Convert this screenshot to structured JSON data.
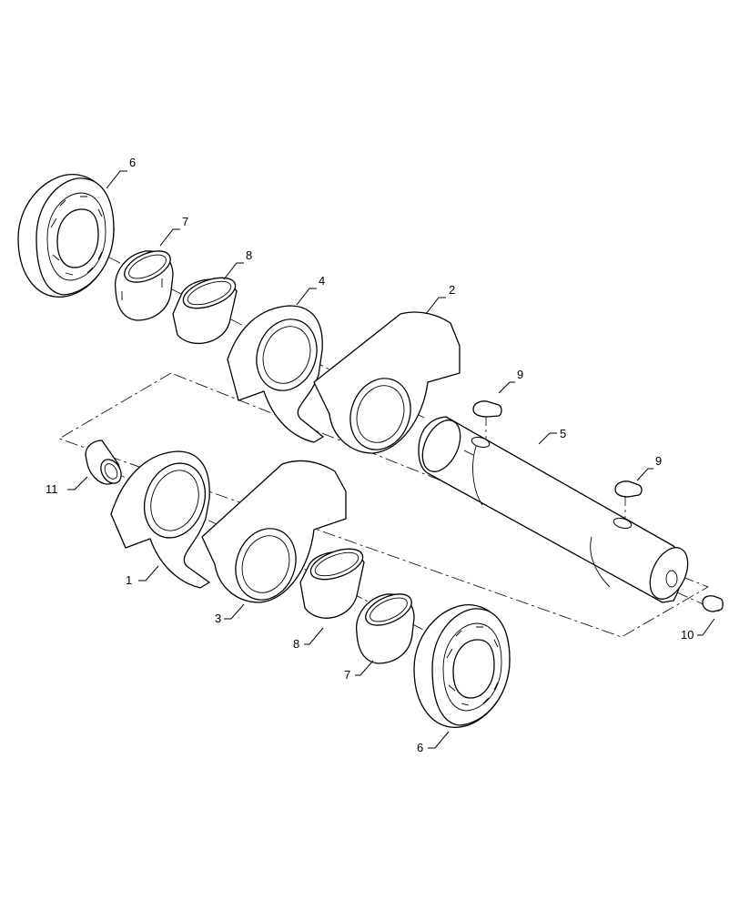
{
  "callouts": {
    "c6_top": "6",
    "c7_top": "7",
    "c8_top": "8",
    "c4": "4",
    "c2": "2",
    "c9_top": "9",
    "c5": "5",
    "c9_right": "9",
    "c11": "11",
    "c1": "1",
    "c3": "3",
    "c8_bottom": "8",
    "c7_bottom": "7",
    "c6_bottom": "6",
    "c10": "10"
  }
}
